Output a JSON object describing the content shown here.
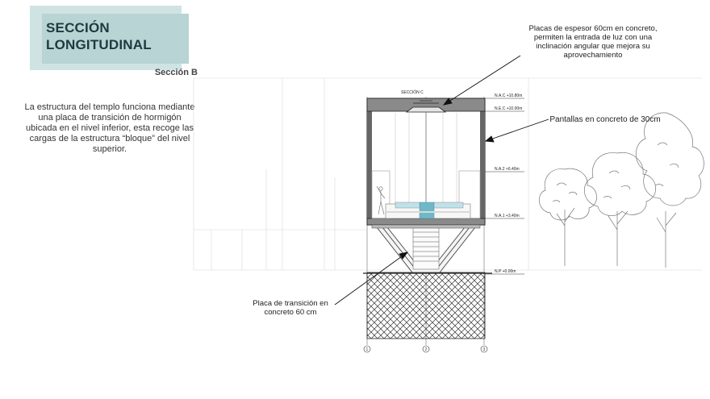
{
  "title": "SECCIÓN LONGITUDINAL",
  "subtitle": "Sección B",
  "description": "La estructura del templo funciona mediante una placa de transición de hormigón ubicada en el nivel inferior, esta recoge las cargas de la estructura “bloque” del nivel superior.",
  "drawing": {
    "section_label": "SECCIÓN C",
    "levels": [
      "N.A.C +10.80m",
      "N.E.C +10.00m",
      "N.A.2 +6.40m",
      "N.A.1 +3.40m",
      "N.P +0.00m"
    ],
    "axes": [
      "1",
      "2",
      "3"
    ]
  },
  "annotations": {
    "top_plates": "Placas de espesor 60cm en concreto, permiten la entrada de luz con una inclinación angular que mejora su aprovechamiento",
    "walls": "Pantallas en concreto de 30cm",
    "transition_plate": "Placa de transición en concreto 60 cm"
  },
  "colors": {
    "title_bg": "#cfe3e3",
    "accent_water": "#6fb8c8"
  }
}
